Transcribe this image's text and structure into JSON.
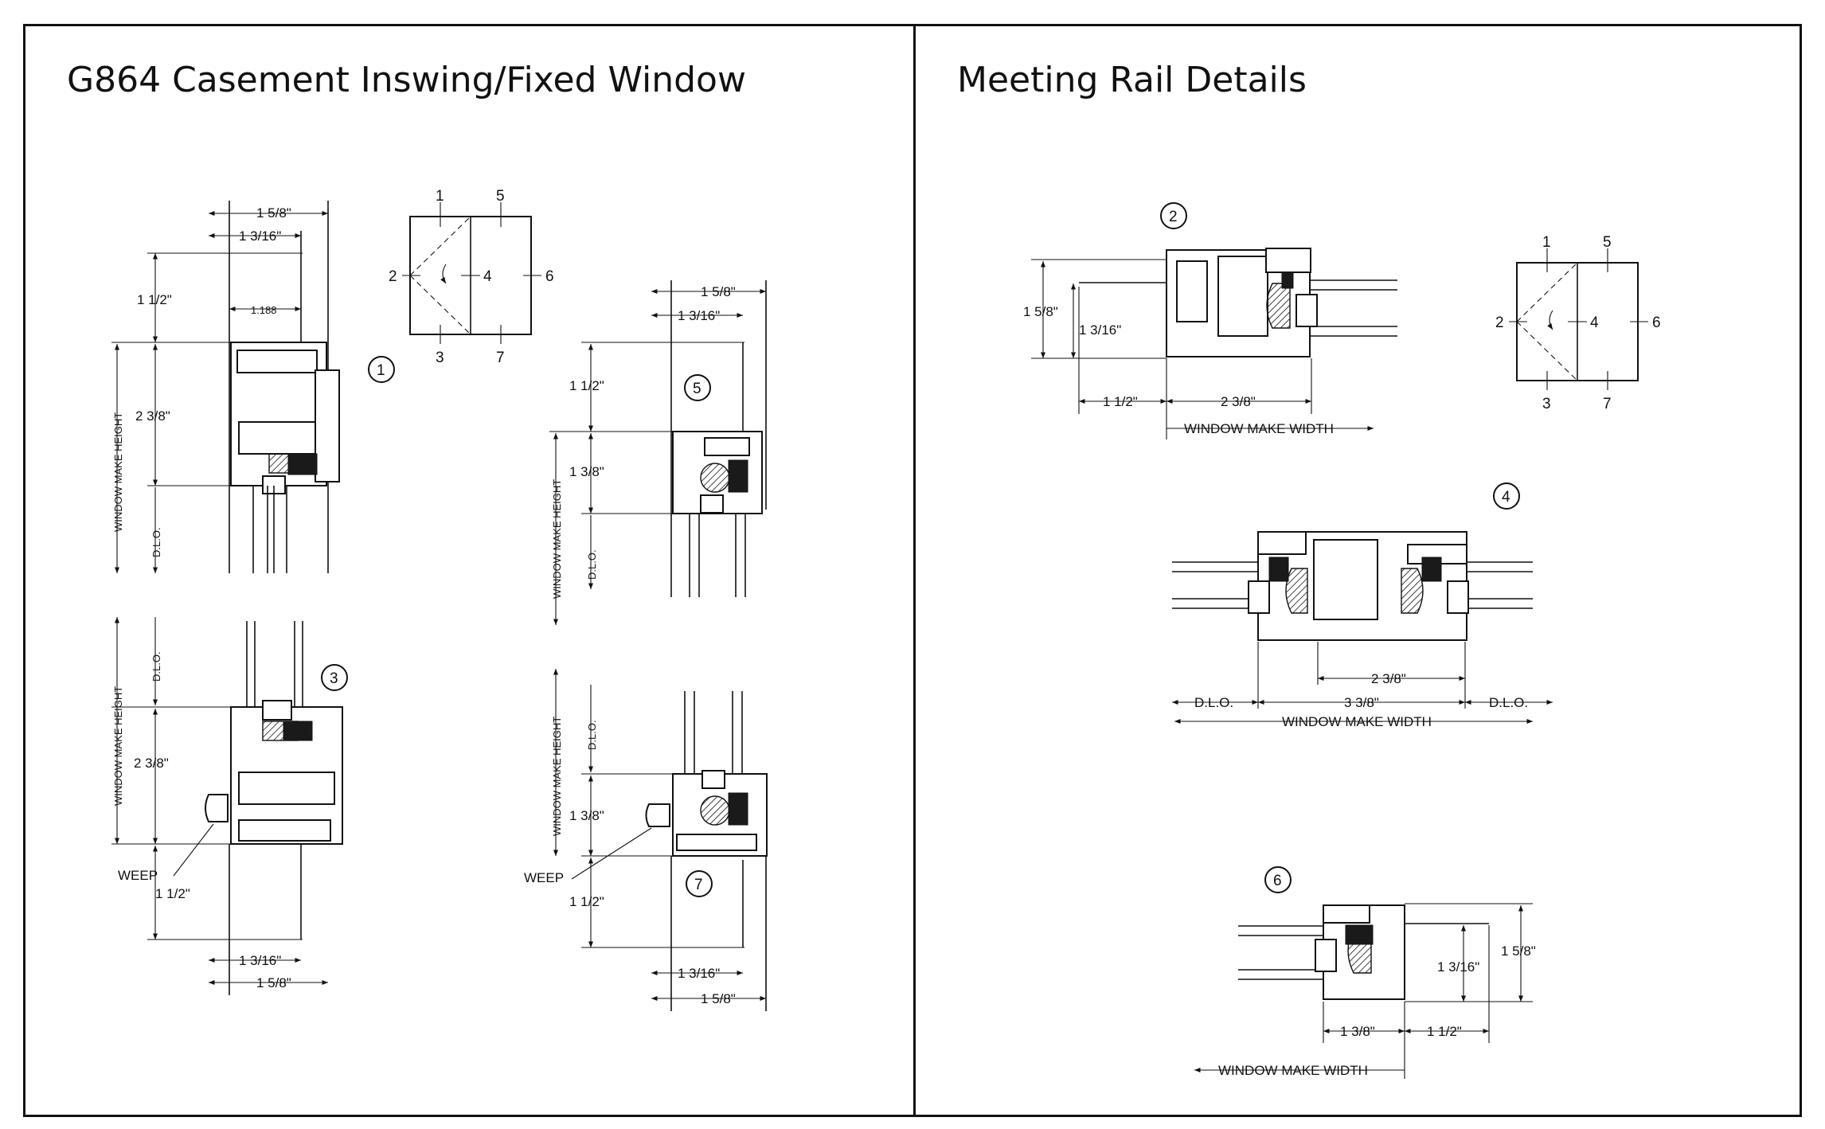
{
  "left_panel": {
    "title": "G864 Casement Inswing/Fixed Window"
  },
  "right_panel": {
    "title": "Meeting Rail Details"
  },
  "callouts": [
    "1",
    "2",
    "3",
    "4",
    "5",
    "6",
    "7"
  ],
  "elevation_key": {
    "labels": [
      "1",
      "2",
      "3",
      "4",
      "5",
      "6",
      "7"
    ]
  },
  "dimensions": {
    "d_1_5_8": "1 5/8\"",
    "d_1_3_16": "1 3/16\"",
    "d_1_1_2": "1 1/2\"",
    "d_2_3_8": "2 3/8\"",
    "d_1_3_8": "1 3/8\"",
    "d_3_3_8": "3 3/8\"",
    "d_1188": "1.188"
  },
  "labels": {
    "window_make_height": "WINDOW MAKE HEIGHT",
    "window_make_width": "WINDOW MAKE WIDTH",
    "dlo": "D.L.O.",
    "weep": "WEEP"
  },
  "colors": {
    "line": "#111111",
    "background": "#ffffff"
  }
}
